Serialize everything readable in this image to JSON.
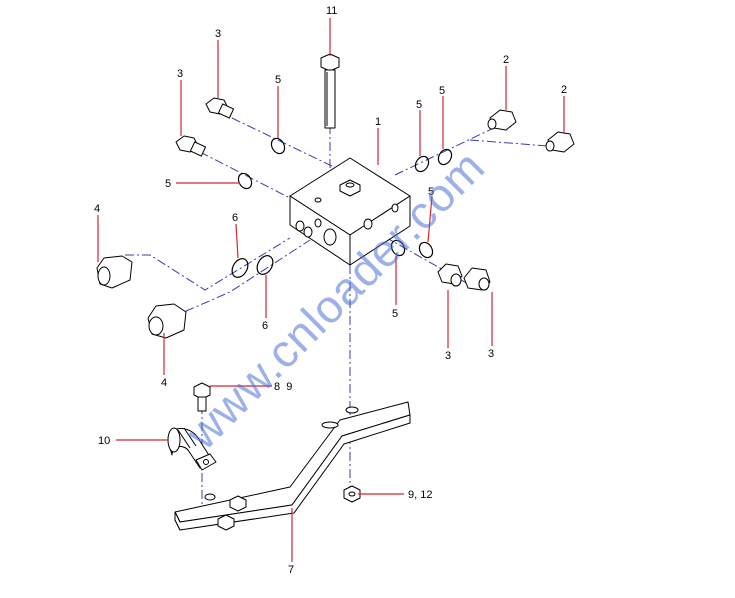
{
  "diagram": {
    "watermark": "www.cnloader.com",
    "colors": {
      "leader": "#d0282e",
      "centerline": "#3c3ca8",
      "watermark": "#4a6fd8"
    },
    "callouts": {
      "c1": "1",
      "c2a": "2",
      "c2b": "2",
      "c3a": "3",
      "c3b": "3",
      "c3c": "3",
      "c3d": "3",
      "c4a": "4",
      "c4b": "4",
      "c5a": "5",
      "c5b": "5",
      "c5c": "5",
      "c5d": "5",
      "c5e": "5",
      "c5f": "5",
      "c6a": "6",
      "c6b": "6",
      "c7": "7",
      "c8_9": "8  9",
      "c9_12": "9, 12",
      "c10": "10",
      "c11": "11"
    }
  }
}
